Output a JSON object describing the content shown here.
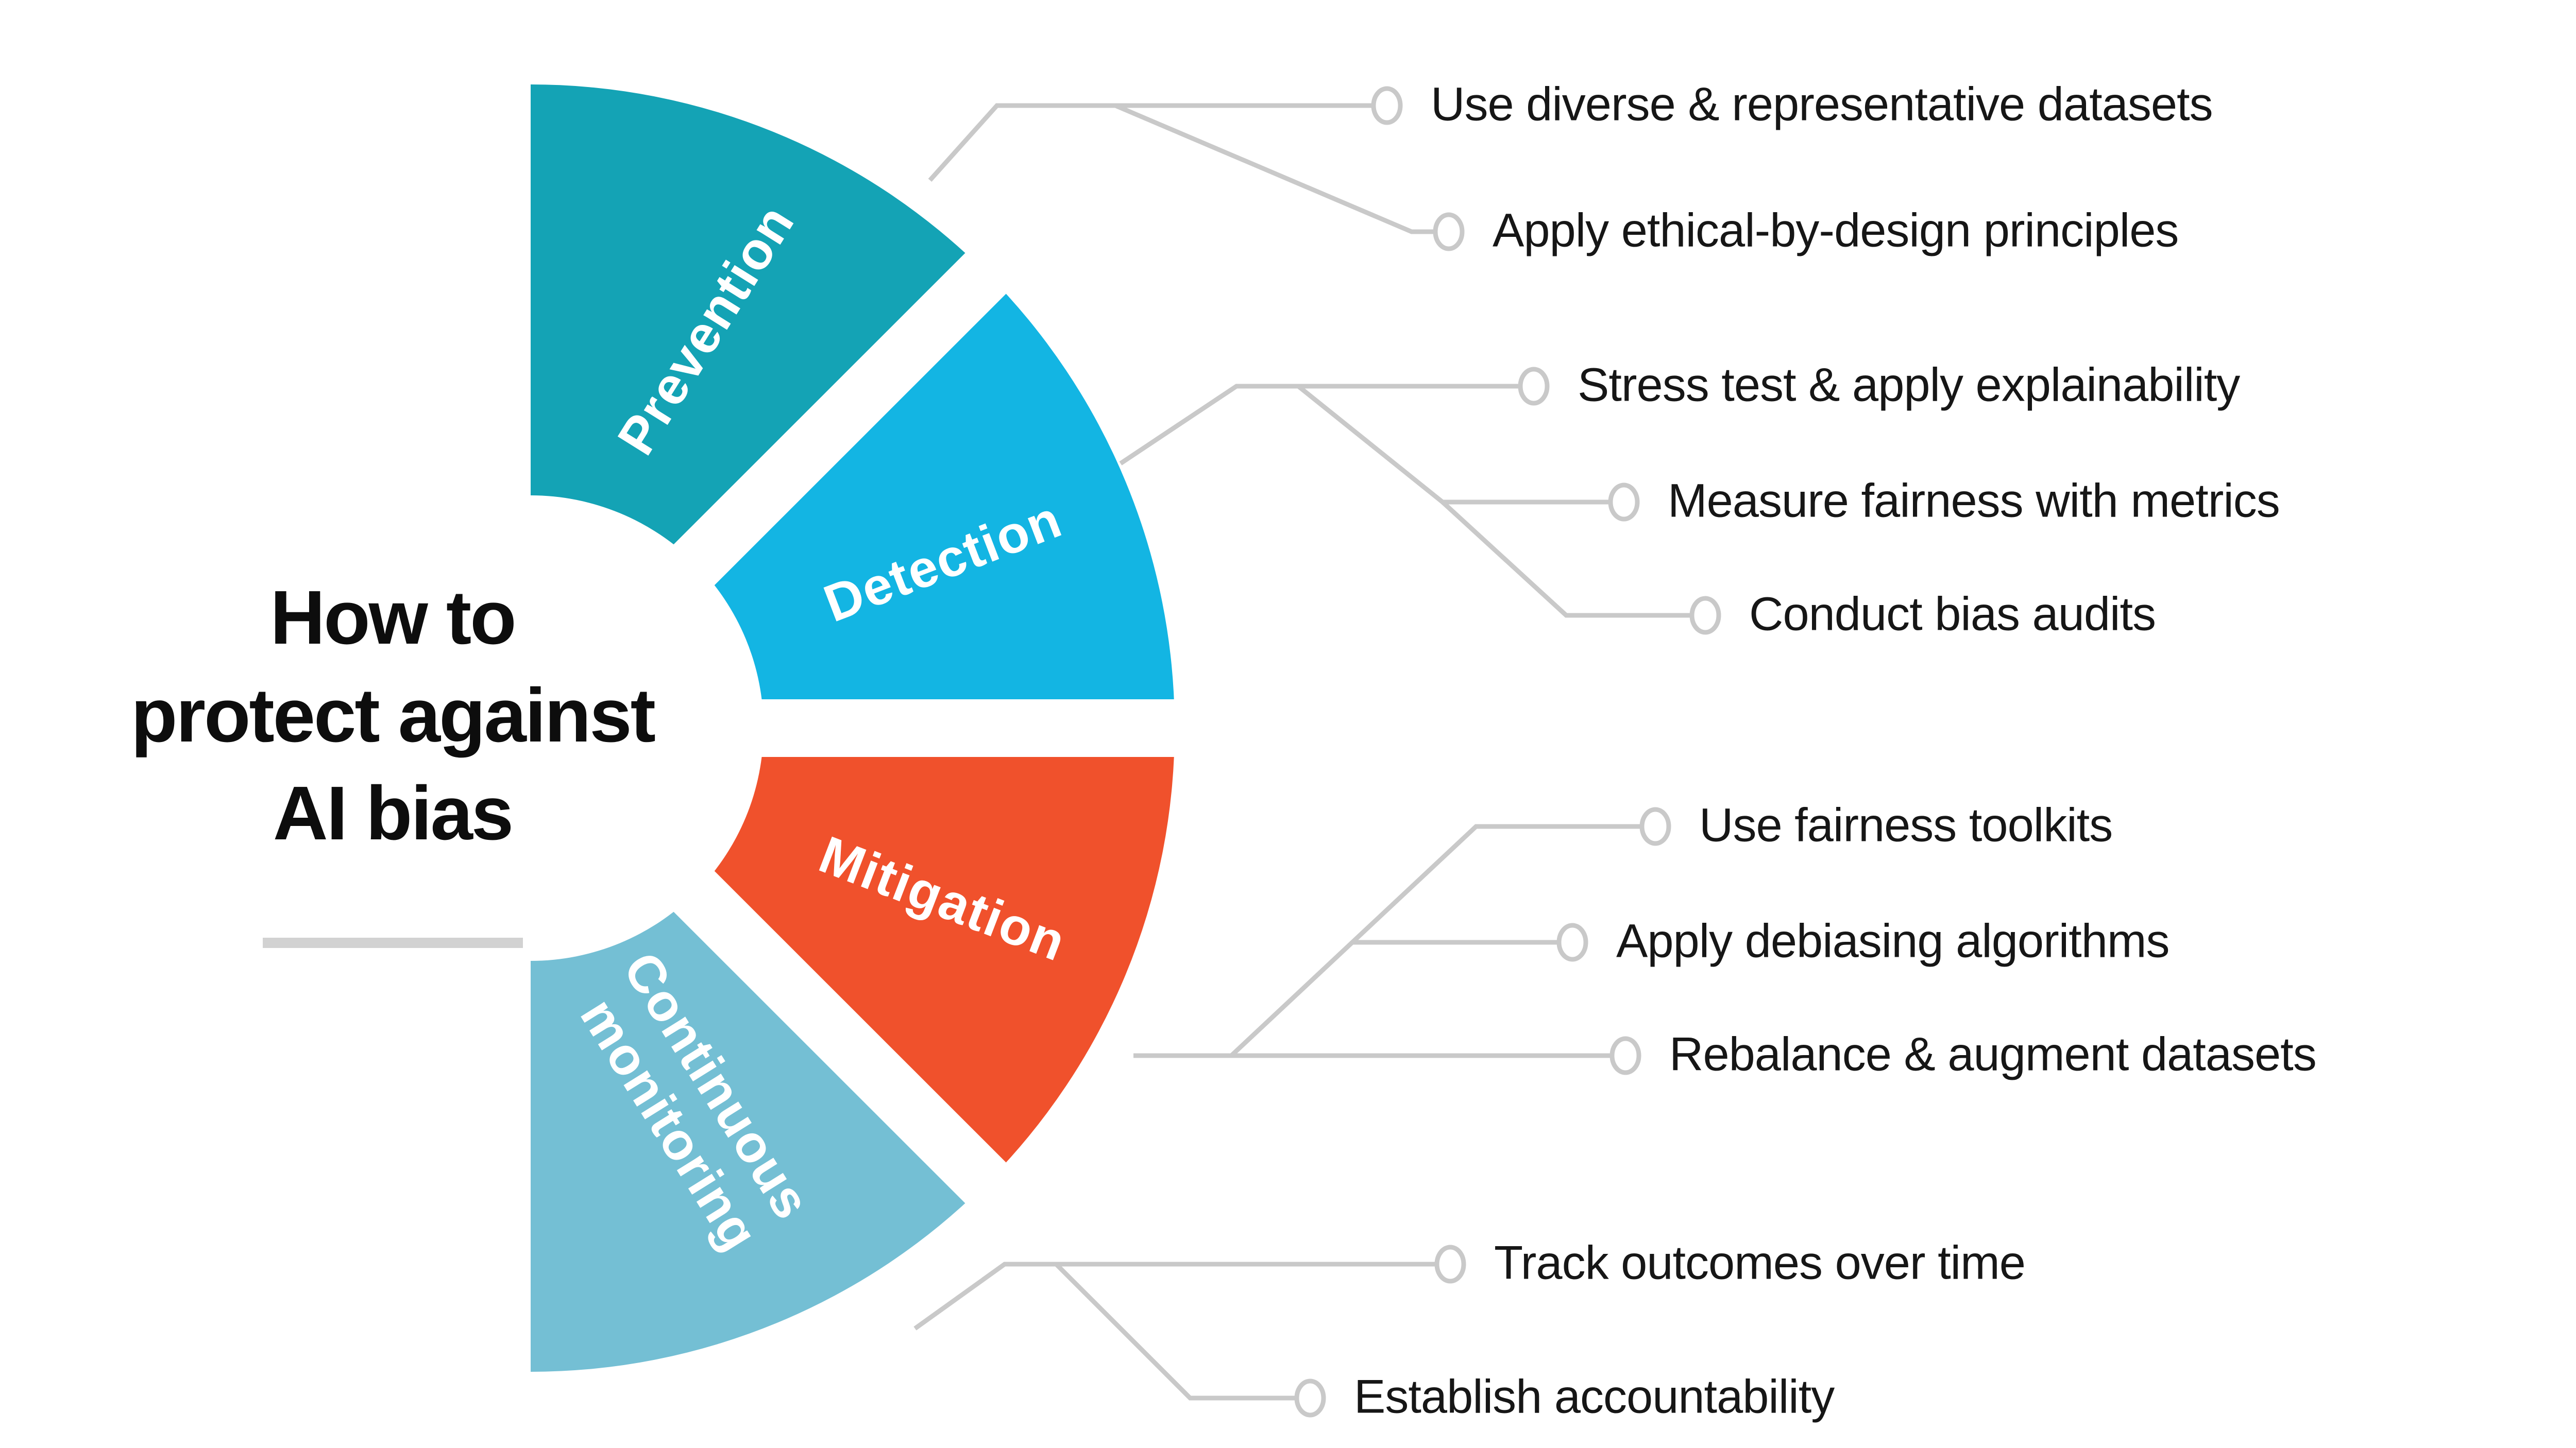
{
  "title": {
    "lines": [
      "How to",
      "protect against",
      "AI bias"
    ]
  },
  "wedges": [
    {
      "label": "Prevention",
      "color": "#14A3B5",
      "bullets": [
        "Use diverse & representative datasets",
        "Apply ethical-by-design principles"
      ]
    },
    {
      "label": "Detection",
      "color": "#13B5E3",
      "bullets": [
        "Stress test & apply explainability",
        "Measure fairness with metrics",
        "Conduct bias audits"
      ]
    },
    {
      "label": "Mitigation",
      "color": "#F0512C",
      "bullets": [
        "Use fairness toolkits",
        "Apply debiasing algorithms",
        "Rebalance & augment datasets"
      ]
    },
    {
      "label": "Continuous monitoring",
      "label_lines": [
        "Continuous",
        "monitoring"
      ],
      "color": "#74BFD4",
      "bullets": [
        "Track outcomes over time",
        "Establish accountability"
      ]
    }
  ],
  "styles": {
    "background": "#FFFFFF",
    "connector_color": "#C9C9C9",
    "ring_fill": "#FFFFFF",
    "title_color": "#0D0D0D",
    "underline_color": "#D2D2D2",
    "bullet_text_color": "#161616"
  }
}
